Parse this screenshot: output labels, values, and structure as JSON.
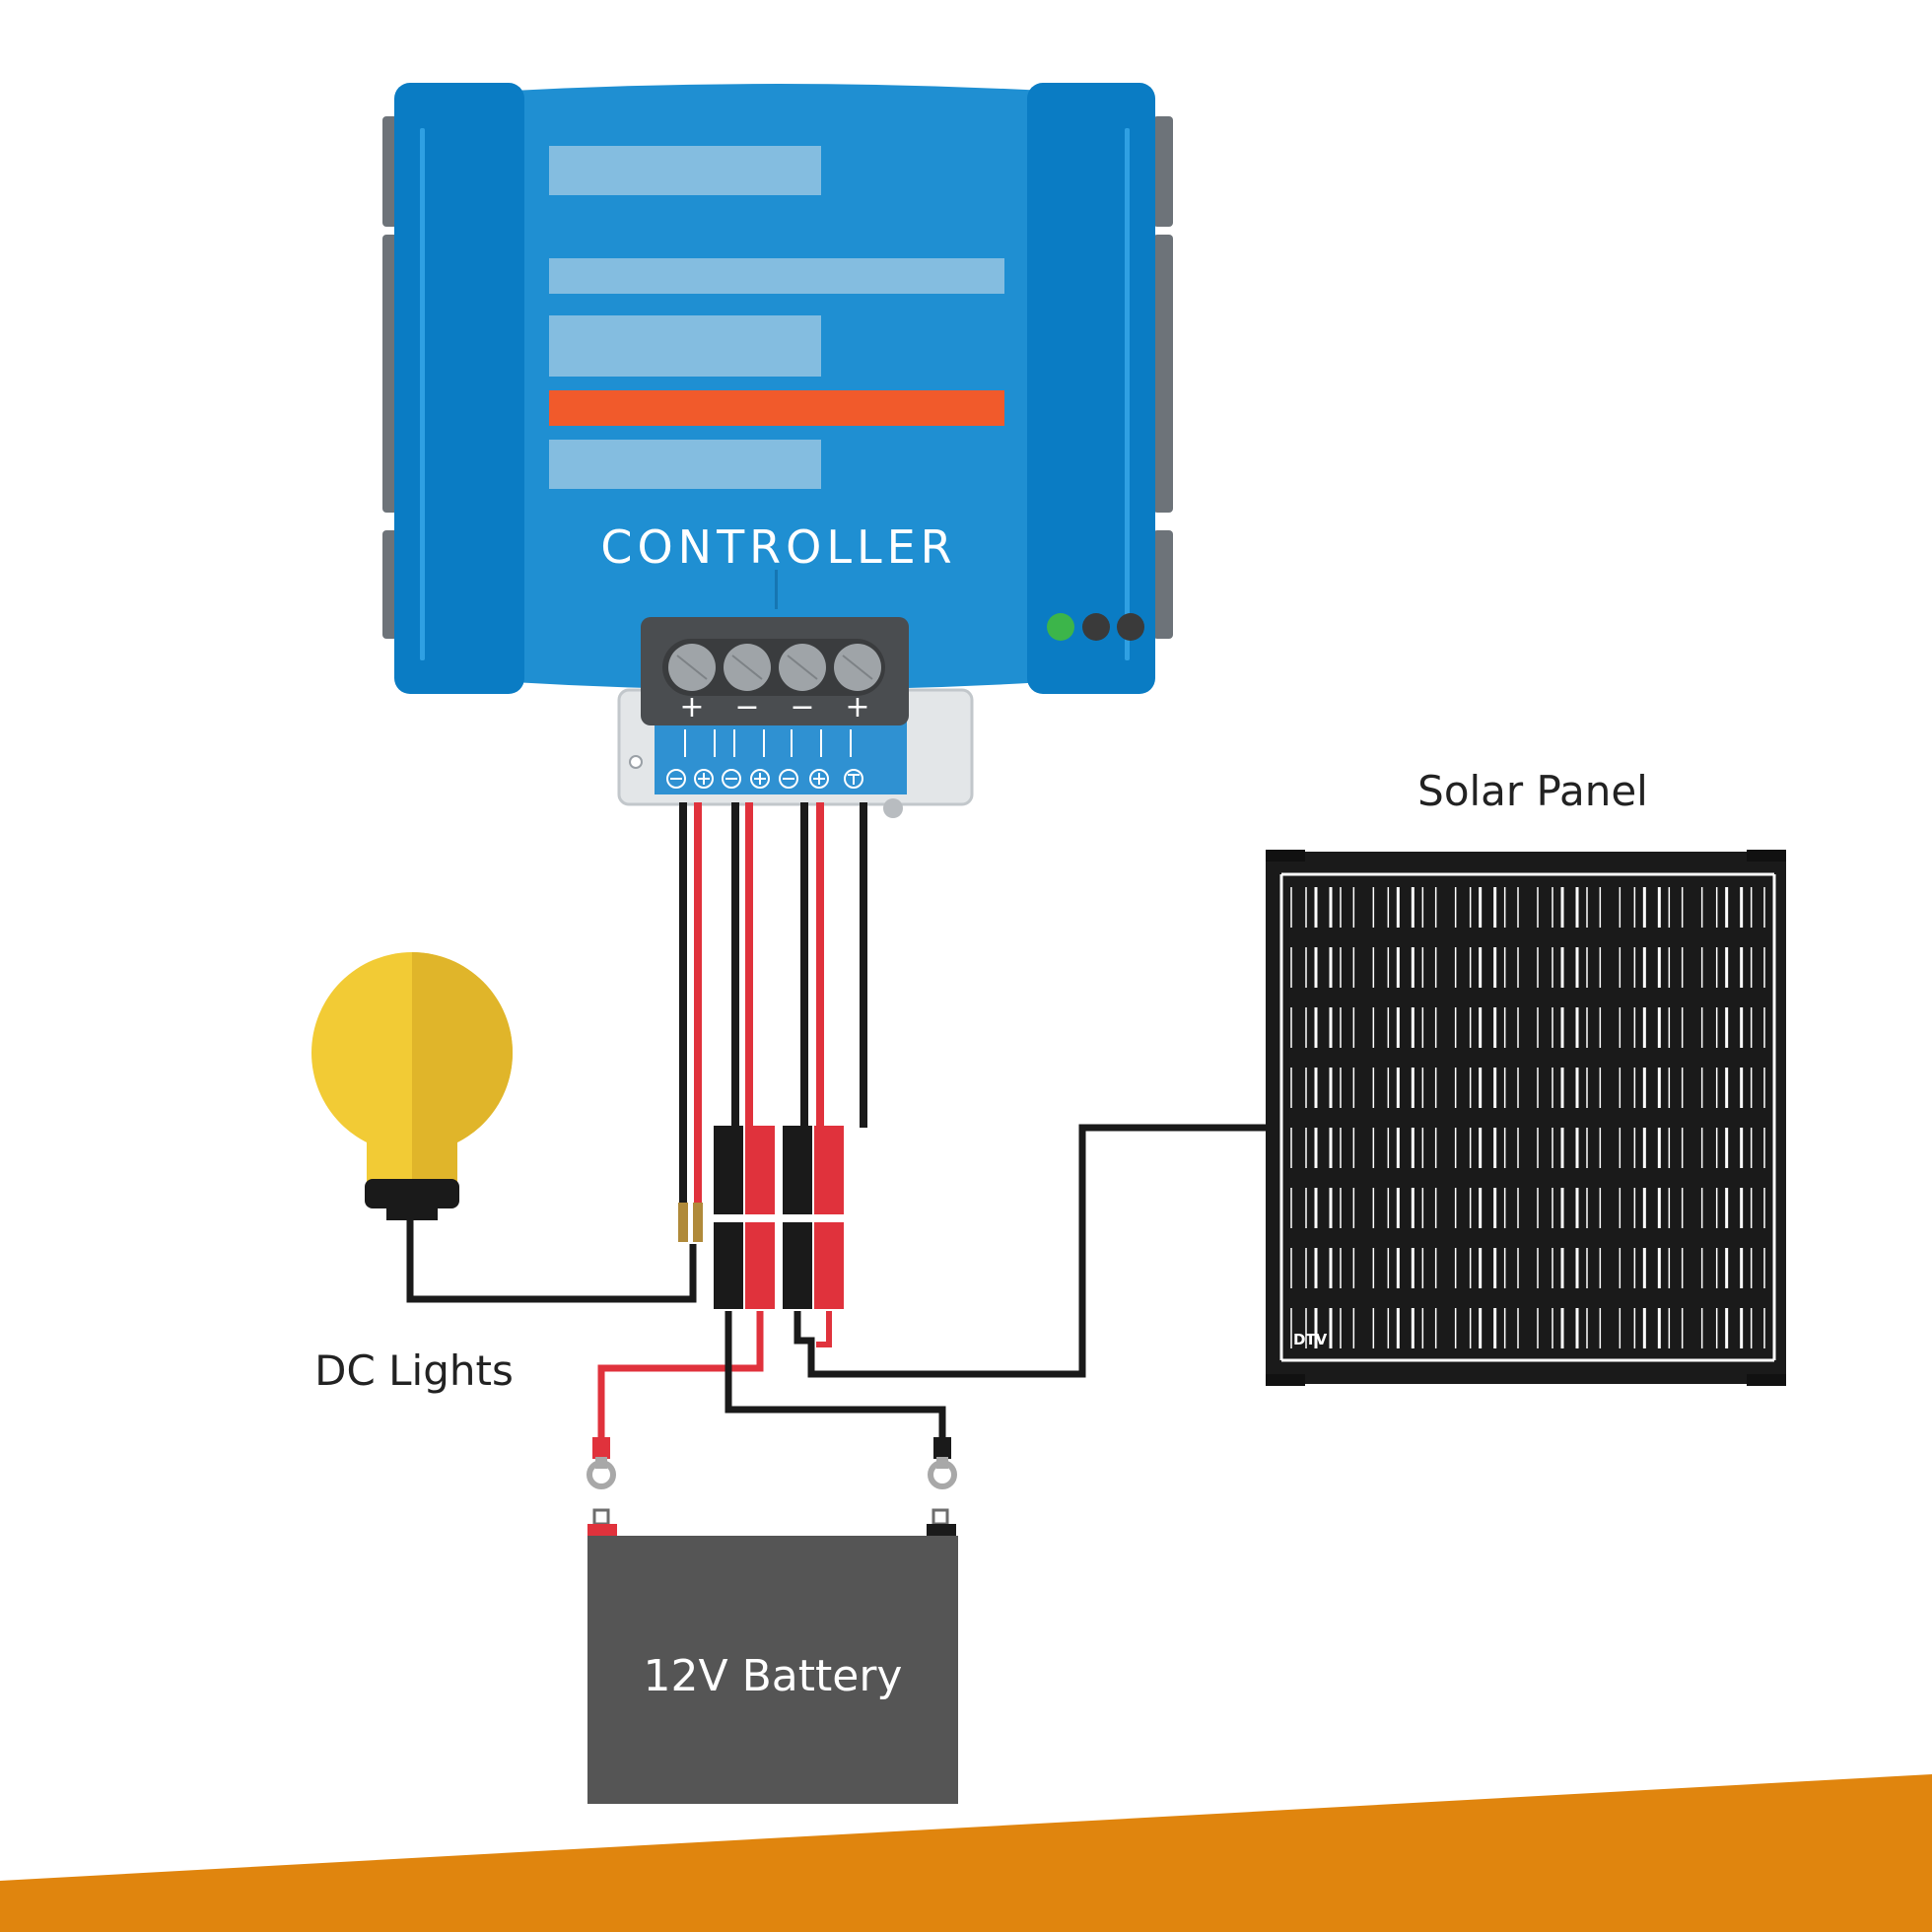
{
  "labels": {
    "controller": "CONTROLLER",
    "solar_panel": "Solar Panel",
    "dc_lights": "DC Lights",
    "battery": "12V Battery"
  },
  "controller": {
    "terminal_signs": [
      "+",
      "−",
      "−",
      "+"
    ],
    "led_colors": [
      "#3cb54a",
      "#3a3a3a",
      "#3a3a3a"
    ]
  },
  "solar_panel_brand": "DTV",
  "colors": {
    "controller_blue": "#1f8fd2",
    "controller_dark_blue": "#0a7cc4",
    "display_bar": "#84bde0",
    "accent_bar": "#f15a2b",
    "wire_red": "#e0323c",
    "wire_black": "#1a1a1a",
    "battery_body": "#555555",
    "bulb_yellow": "#f2cb35",
    "footer_orange": "#e0850e"
  }
}
